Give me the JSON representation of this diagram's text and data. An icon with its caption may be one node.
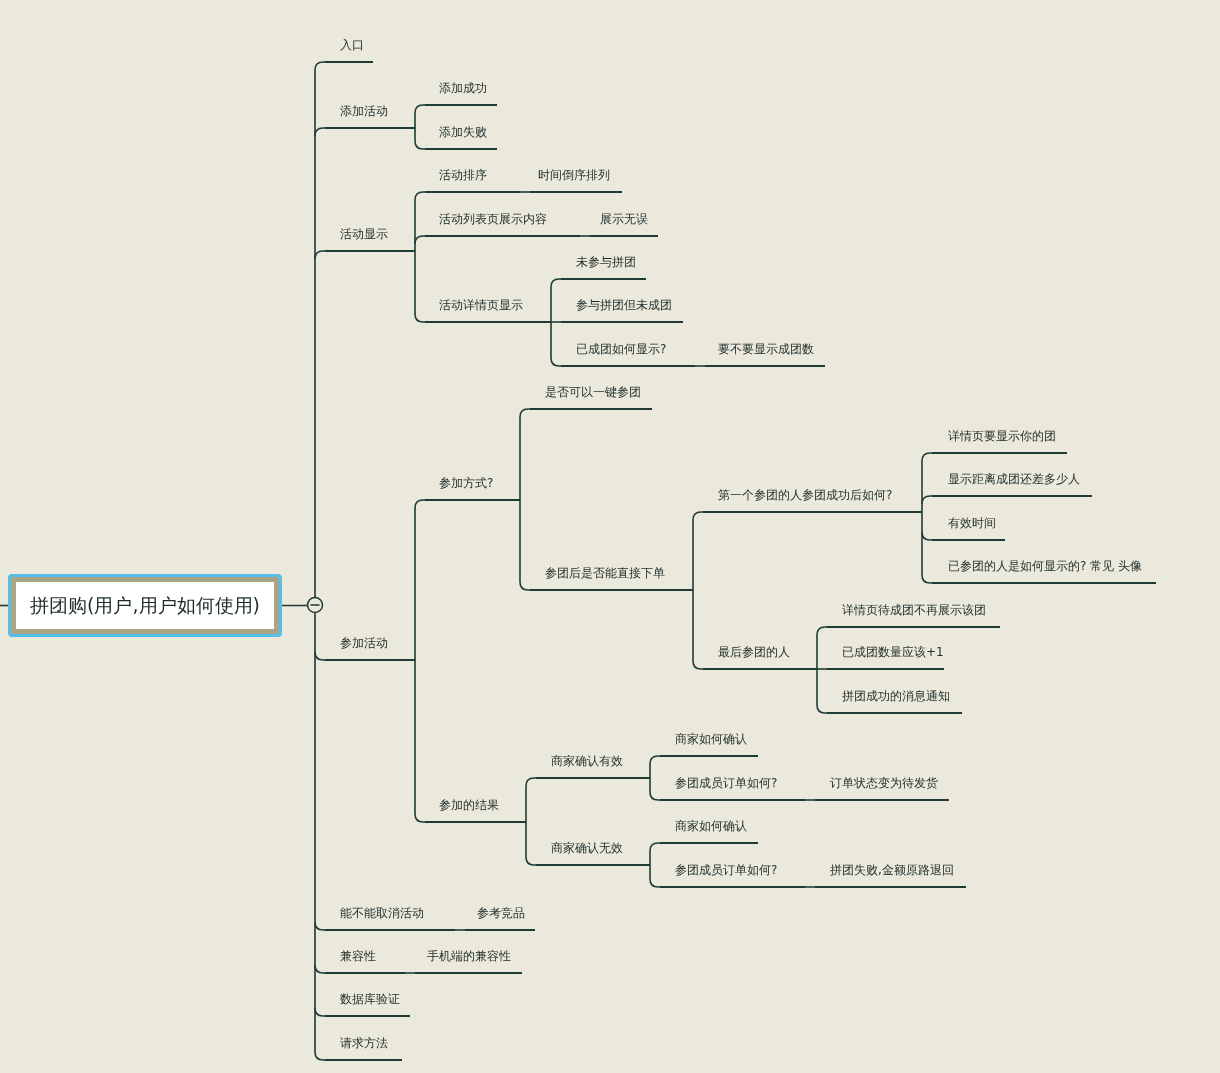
{
  "diagram": {
    "nodes": [
      {
        "text": [
          "拼团购(用户,用户如何使用)"
        ]
      },
      {
        "text": [
          "入口"
        ]
      },
      {
        "text": [
          "添加活动"
        ]
      },
      {
        "text": [
          "添加成功"
        ]
      },
      {
        "text": [
          "添加失败"
        ]
      },
      {
        "text": [
          "活动显示"
        ]
      },
      {
        "text": [
          "活动排序"
        ]
      },
      {
        "text": [
          "时间倒序排列"
        ]
      },
      {
        "text": [
          "活动列表页展示内容"
        ]
      },
      {
        "text": [
          "展示无误"
        ]
      },
      {
        "text": [
          "活动详情页显示"
        ]
      },
      {
        "text": [
          "未参与拼团"
        ]
      },
      {
        "text": [
          "参与拼团但未成团"
        ]
      },
      {
        "text": [
          "已成团如何显示?"
        ]
      },
      {
        "text": [
          "要不要显示成团数"
        ]
      },
      {
        "text": [
          "参加活动"
        ]
      },
      {
        "text": [
          "参加方式?"
        ]
      },
      {
        "text": [
          "是否可以一键参团"
        ]
      },
      {
        "text": [
          "参团后是否能直接下单"
        ]
      },
      {
        "text": [
          "第一个参团的人参团成功后如何?"
        ]
      },
      {
        "text": [
          "详情页要显示你的团"
        ]
      },
      {
        "text": [
          "显示距离成团还差多少人"
        ]
      },
      {
        "text": [
          "有效时间"
        ]
      },
      {
        "text": [
          "已参团的人是如何显示的? 常见 头像"
        ]
      },
      {
        "text": [
          "最后参团的人"
        ]
      },
      {
        "text": [
          "详情页待成团不再展示该团"
        ]
      },
      {
        "text": [
          "已成团数量应该+1"
        ]
      },
      {
        "text": [
          "拼团成功的消息通知"
        ]
      },
      {
        "text": [
          "参加的结果"
        ]
      },
      {
        "text": [
          "商家确认有效"
        ]
      },
      {
        "text": [
          "商家如何确认"
        ]
      },
      {
        "text": [
          "参团成员订单如何?"
        ]
      },
      {
        "text": [
          "订单状态变为待发货"
        ]
      },
      {
        "text": [
          "商家确认无效"
        ]
      },
      {
        "text": [
          "商家如何确认"
        ]
      },
      {
        "text": [
          "参团成员订单如何?"
        ]
      },
      {
        "text": [
          "拼团失败,金额原路退回"
        ]
      },
      {
        "text": [
          "能不能取消活动"
        ]
      },
      {
        "text": [
          "参考竞品"
        ]
      },
      {
        "text": [
          "兼容性"
        ]
      },
      {
        "text": [
          "手机端的兼容性"
        ]
      },
      {
        "text": [
          "数据库验证"
        ]
      },
      {
        "text": [
          "请求方法"
        ]
      }
    ],
    "edges": [
      {
        "from": null,
        "to": 0,
        "arrow": "none"
      },
      {
        "from": 0,
        "to": 1,
        "arrow": "none"
      },
      {
        "from": 0,
        "to": 2,
        "arrow": "none"
      },
      {
        "from": 2,
        "to": 3,
        "arrow": "none"
      },
      {
        "from": 2,
        "to": 4,
        "arrow": "none"
      },
      {
        "from": 0,
        "to": 5,
        "arrow": "none"
      },
      {
        "from": 5,
        "to": 6,
        "arrow": "none"
      },
      {
        "from": 6,
        "to": 7,
        "arrow": "none"
      },
      {
        "from": 5,
        "to": 8,
        "arrow": "none"
      },
      {
        "from": 8,
        "to": 9,
        "arrow": "none"
      },
      {
        "from": 5,
        "to": 10,
        "arrow": "none"
      },
      {
        "from": 10,
        "to": 11,
        "arrow": "none"
      },
      {
        "from": 10,
        "to": 12,
        "arrow": "none"
      },
      {
        "from": 10,
        "to": 13,
        "arrow": "none"
      },
      {
        "from": 13,
        "to": 14,
        "arrow": "none"
      },
      {
        "from": 0,
        "to": 15,
        "arrow": "none"
      },
      {
        "from": 15,
        "to": 16,
        "arrow": "none"
      },
      {
        "from": 16,
        "to": 17,
        "arrow": "none"
      },
      {
        "from": 16,
        "to": 18,
        "arrow": "none"
      },
      {
        "from": 18,
        "to": 19,
        "arrow": "none"
      },
      {
        "from": 19,
        "to": 20,
        "arrow": "none"
      },
      {
        "from": 19,
        "to": 21,
        "arrow": "none"
      },
      {
        "from": 19,
        "to": 22,
        "arrow": "none"
      },
      {
        "from": 19,
        "to": 23,
        "arrow": "none"
      },
      {
        "from": 18,
        "to": 24,
        "arrow": "none"
      },
      {
        "from": 24,
        "to": 25,
        "arrow": "none"
      },
      {
        "from": 24,
        "to": 26,
        "arrow": "none"
      },
      {
        "from": 24,
        "to": 27,
        "arrow": "none"
      },
      {
        "from": 15,
        "to": 28,
        "arrow": "none"
      },
      {
        "from": 28,
        "to": 29,
        "arrow": "none"
      },
      {
        "from": 29,
        "to": 30,
        "arrow": "none"
      },
      {
        "from": 29,
        "to": 31,
        "arrow": "none"
      },
      {
        "from": 31,
        "to": 32,
        "arrow": "none"
      },
      {
        "from": 28,
        "to": 33,
        "arrow": "none"
      },
      {
        "from": 33,
        "to": 34,
        "arrow": "none"
      },
      {
        "from": 33,
        "to": 35,
        "arrow": "none"
      },
      {
        "from": 35,
        "to": 36,
        "arrow": "none"
      },
      {
        "from": 0,
        "to": 37,
        "arrow": "none"
      },
      {
        "from": 37,
        "to": 38,
        "arrow": "none"
      },
      {
        "from": 0,
        "to": 39,
        "arrow": "none"
      },
      {
        "from": 39,
        "to": 40,
        "arrow": "none"
      },
      {
        "from": 0,
        "to": 41,
        "arrow": "none"
      },
      {
        "from": 0,
        "to": 42,
        "arrow": "none"
      }
    ]
  }
}
